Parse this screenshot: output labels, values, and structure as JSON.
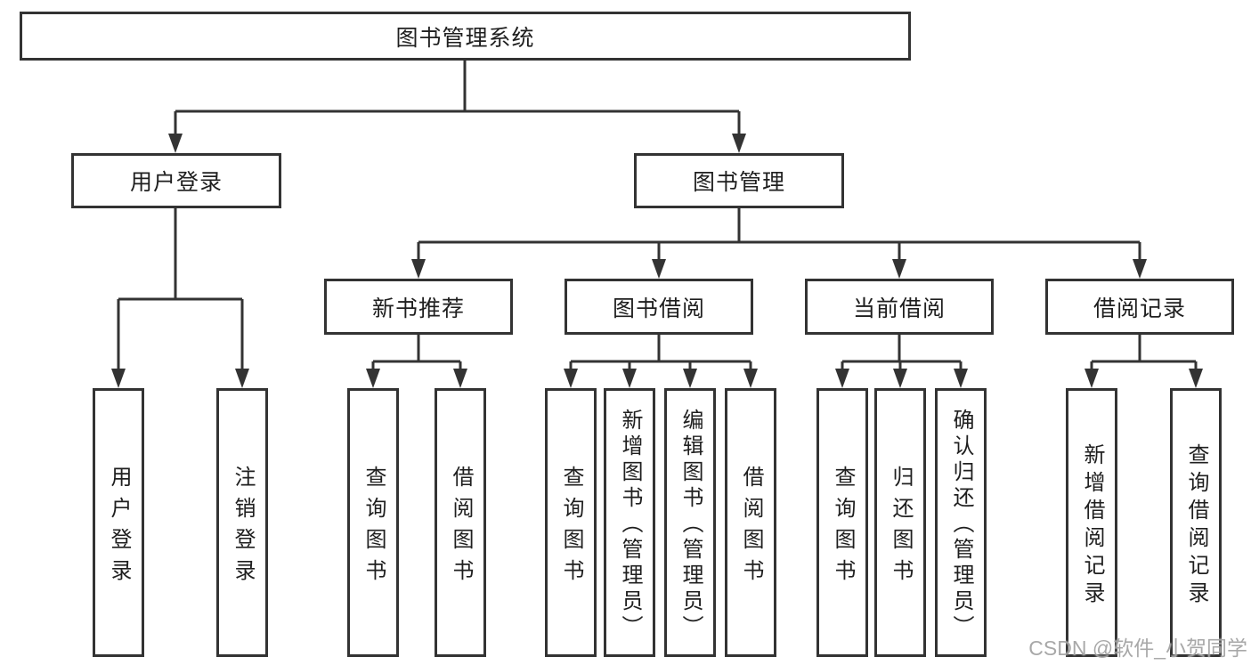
{
  "diagram_title": "图书管理系统",
  "nodes": {
    "root": "图书管理系统",
    "user_login": "用户登录",
    "book_mgmt": "图书管理",
    "new_book_rec": "新书推荐",
    "book_borrow": "图书借阅",
    "current_borrow": "当前借阅",
    "borrow_records": "借阅记录",
    "leaf_user_login": "用户登录",
    "leaf_logout": "注销登录",
    "rec_query_books": "查询图书",
    "rec_borrow_books": "借阅图书",
    "bb_query_books": "查询图书",
    "bb_add_books": "新增图书（管理员）",
    "bb_edit_books": "编辑图书（管理员）",
    "bb_borrow_books": "借阅图书",
    "cb_query_books": "查询图书",
    "cb_return_books": "归还图书",
    "cb_confirm_return": "确认归还（管理员）",
    "br_add_record": "新增借阅记录",
    "br_query_record": "查询借阅记录"
  },
  "edges": [
    {
      "from": "图书管理系统",
      "to": "用户登录"
    },
    {
      "from": "图书管理系统",
      "to": "图书管理"
    },
    {
      "from": "用户登录",
      "to": "用户登录"
    },
    {
      "from": "用户登录",
      "to": "注销登录"
    },
    {
      "from": "图书管理",
      "to": "新书推荐"
    },
    {
      "from": "图书管理",
      "to": "图书借阅"
    },
    {
      "from": "图书管理",
      "to": "当前借阅"
    },
    {
      "from": "图书管理",
      "to": "借阅记录"
    },
    {
      "from": "新书推荐",
      "to": "查询图书"
    },
    {
      "from": "新书推荐",
      "to": "借阅图书"
    },
    {
      "from": "图书借阅",
      "to": "查询图书"
    },
    {
      "from": "图书借阅",
      "to": "新增图书（管理员）"
    },
    {
      "from": "图书借阅",
      "to": "编辑图书（管理员）"
    },
    {
      "from": "图书借阅",
      "to": "借阅图书"
    },
    {
      "from": "当前借阅",
      "to": "查询图书"
    },
    {
      "from": "当前借阅",
      "to": "归还图书"
    },
    {
      "from": "当前借阅",
      "to": "确认归还（管理员）"
    },
    {
      "from": "借阅记录",
      "to": "新增借阅记录"
    },
    {
      "from": "借阅记录",
      "to": "查询借阅记录"
    }
  ],
  "watermark": "CSDN @软件_小贺同学",
  "colors": {
    "line": "#333333",
    "text": "#1f1f1f",
    "background": "#ffffff",
    "watermark": "#9e9e9e"
  }
}
